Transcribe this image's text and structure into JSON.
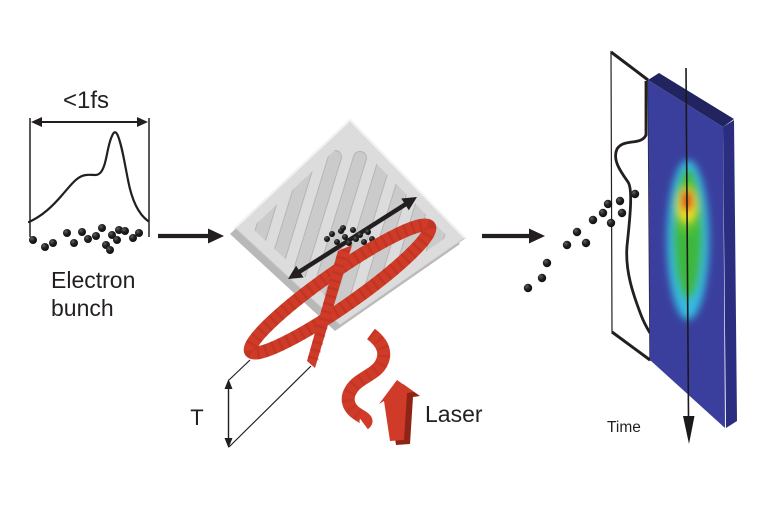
{
  "figure_type": "scientific-illustration",
  "labels": {
    "duration": "<1fs",
    "electron_line1": "Electron",
    "electron_line2": "bunch",
    "period": "T",
    "laser": "Laser",
    "time": "Time"
  },
  "colors": {
    "ink": "#231f20",
    "laser_red": "#cf3b28",
    "laser_red_dark": "#8f2315",
    "grating_plate": "#dcdcdc",
    "grating_plate_side": "#b8b8b8",
    "grating_slot": "#cbcbcb",
    "detector_front": "#3a3f9e",
    "detector_edge_top": "#21245e",
    "detector_edge_right": "#2b2e80",
    "blob_core": "#e01f1f",
    "blob_ring": "#f2e42a",
    "blob_body": "#3cb83c",
    "blob_halo": "#35c8e8",
    "electron_dot": "#1b1b1b"
  }
}
